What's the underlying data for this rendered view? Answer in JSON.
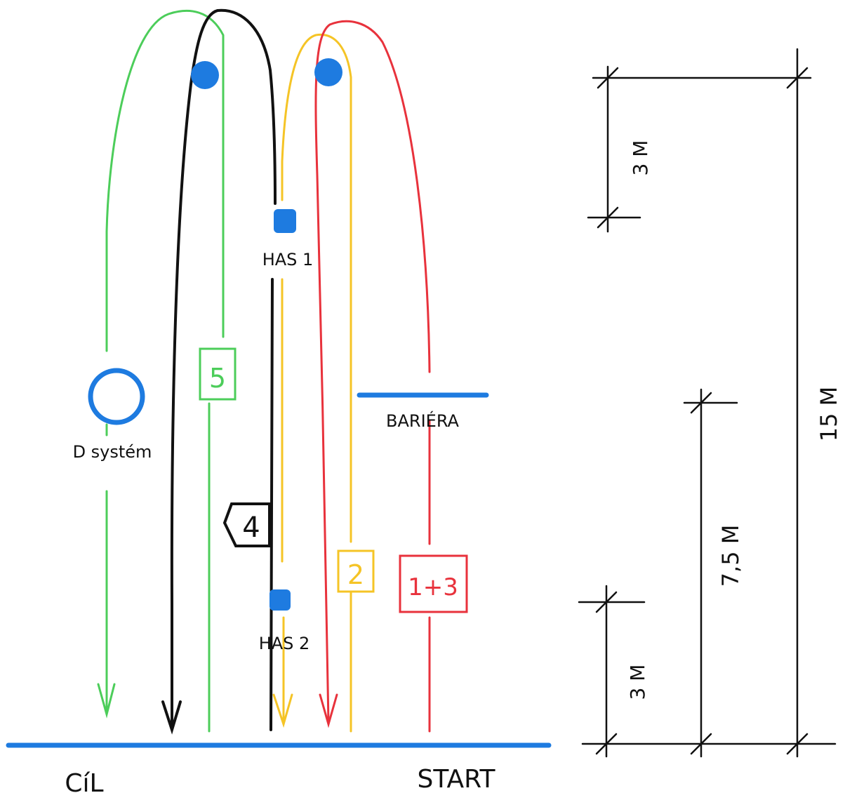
{
  "course": {
    "labels": {
      "start": "START",
      "finish": "CíL",
      "barrier": "BARIÉRA",
      "extinguisher_1": "HAS 1",
      "extinguisher_2": "HAS 2",
      "d_system": "D systém"
    },
    "lanes": [
      {
        "name": "green",
        "box": "5",
        "color": "#4ccd5a"
      },
      {
        "name": "black",
        "box": "4",
        "color": "#111111"
      },
      {
        "name": "yellow",
        "box": "2",
        "color": "#f5c426"
      },
      {
        "name": "red",
        "box": "1+3",
        "color": "#e8323c"
      }
    ],
    "blue_color": "#1e7be0"
  },
  "dimensions": {
    "total": "15 M",
    "mid": "7,5 M",
    "top": "3 M",
    "bottom": "3 M"
  }
}
